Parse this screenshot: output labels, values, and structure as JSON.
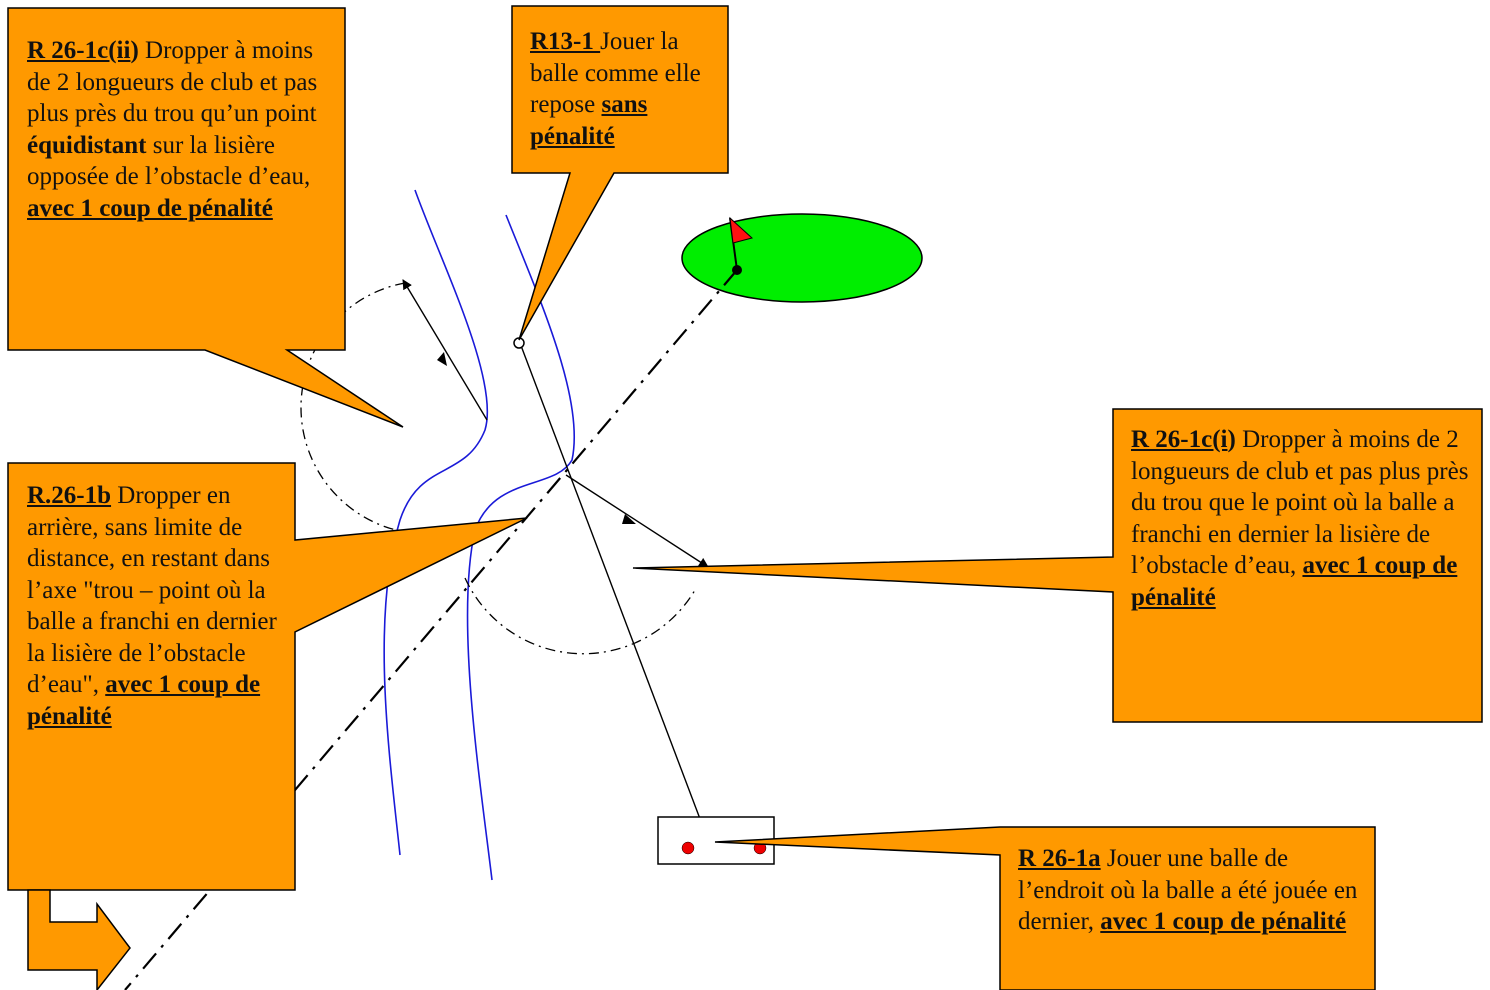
{
  "colors": {
    "callout_fill": "#ff9900",
    "callout_stroke": "#000000",
    "water_line": "#1a1ad8",
    "green": "#00ee00",
    "flag": "#ff1111",
    "ball": "#ee0000"
  },
  "callouts": {
    "r26_1c_ii": {
      "ref": "R 26-1c(ii",
      "ref_close": ")",
      "text_1": " Dropper à moins de 2 longueurs de club et pas plus près du trou qu’un point ",
      "emph": "équidistant",
      "text_2": " sur la lisière  opposée de l’obstacle d’eau, ",
      "penalty": "avec 1 coup de pénalité"
    },
    "r13_1": {
      "ref": "R13-1 ",
      "text": "Jouer la balle comme elle repose ",
      "penalty": "sans pénalité"
    },
    "r26_1c_i": {
      "ref": "R 26-1c(i",
      "ref_close": ")",
      "text": " Dropper à moins de 2 longueurs de club et pas plus près du trou que le point où la balle a franchi en dernier la lisière de l’obstacle d’eau, ",
      "penalty": "avec 1 coup de pénalité"
    },
    "r26_1b": {
      "ref": "R.26-1b",
      "text": " Dropper en arrière, sans limite de distance, en restant dans l’axe \"trou – point où la balle a franchi en dernier la lisière de l’obstacle d’eau\", ",
      "penalty": "avec 1 coup de pénalité"
    },
    "r26_1a": {
      "ref": "R 26-1a",
      "text": " Jouer une balle de l’endroit où la balle  a été jouée en dernier, ",
      "penalty": "avec 1 coup de pénalité"
    }
  }
}
